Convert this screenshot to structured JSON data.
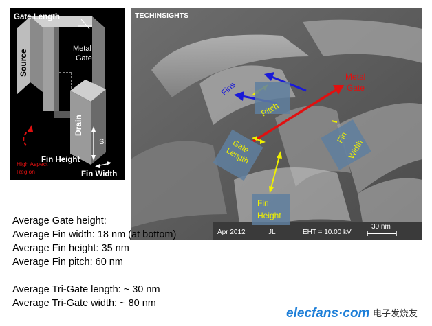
{
  "schematic": {
    "gate_length": "Gate Length",
    "metal_gate_l1": "Metal",
    "metal_gate_l2": "Gate",
    "source": "Source",
    "drain": "Drain",
    "si": "Si",
    "fin_height": "Fin Height",
    "fin_width": "Fin Width",
    "high_aspect_l1": "High Aspect",
    "high_aspect_l2": "Region"
  },
  "sem": {
    "watermark": "TECHINSIGHTS",
    "fins": "Fins",
    "pitch": "Pitch",
    "metal_gate_l1": "Metal",
    "metal_gate_l2": "Gate",
    "gate_length_l1": "Gate",
    "gate_length_l2": "Length",
    "fin_width_l1": "Fin",
    "fin_width_l2": "Width",
    "fin_height_l1": "Fin",
    "fin_height_l2": "Height",
    "date": "Apr 2012",
    "operator": "JL",
    "eht": "EHT = 10.00 kV",
    "scale": "30 nm"
  },
  "stats": {
    "gate_height": "Average Gate height:",
    "fin_width": "Average Fin width: 18 nm (at bottom)",
    "fin_height": "Average Fin height: 35 nm",
    "fin_pitch": "Average Fin pitch: 60 nm",
    "trigate_length": "Average Tri-Gate length:  ~ 30 nm",
    "trigate_width": "Average Tri-Gate width:  ~ 80 nm"
  },
  "footer": {
    "logo_text": "elecfans·com",
    "logo_cn": "电子发烧友"
  },
  "colors": {
    "blue_arrow": "#1a1ad8",
    "red_arrow": "#e01010",
    "yellow_arrow": "#f0f000",
    "label_box": "#5f7f9f",
    "logo_blue": "#1e7fd8"
  }
}
